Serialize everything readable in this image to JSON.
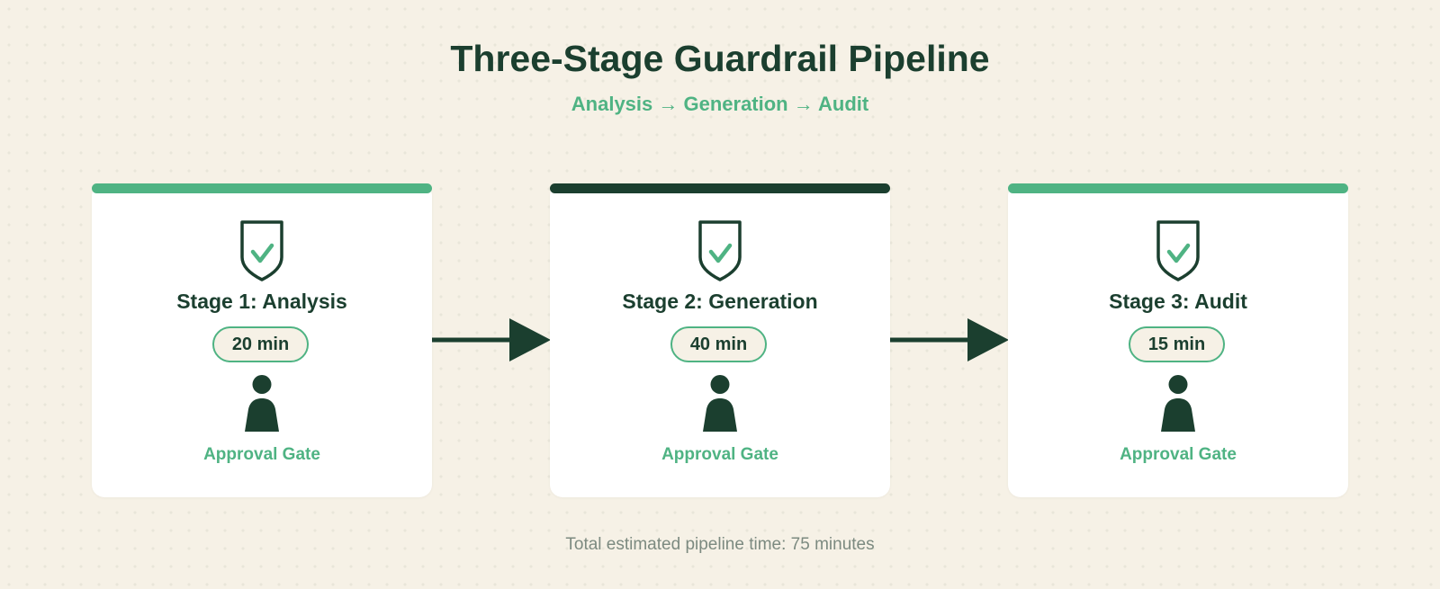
{
  "header": {
    "title": "Three-Stage Guardrail Pipeline",
    "subtitle": "Analysis → Generation → Audit"
  },
  "colors": {
    "dark_green": "#1b3f2f",
    "accent_green": "#4fb383",
    "background": "#f6f1e6",
    "card": "#ffffff"
  },
  "stages": [
    {
      "title": "Stage 1: Analysis",
      "duration": "20 min",
      "gate_label": "Approval Gate",
      "accent": "#4fb383",
      "icon": "shield-check-icon",
      "gate_icon": "person-icon"
    },
    {
      "title": "Stage 2: Generation",
      "duration": "40 min",
      "gate_label": "Approval Gate",
      "accent": "#1b3f2f",
      "icon": "shield-check-icon",
      "gate_icon": "person-icon"
    },
    {
      "title": "Stage 3: Audit",
      "duration": "15 min",
      "gate_label": "Approval Gate",
      "accent": "#4fb383",
      "icon": "shield-check-icon",
      "gate_icon": "person-icon"
    }
  ],
  "connectors": [
    "arrow-right-icon",
    "arrow-right-icon"
  ],
  "footer": {
    "total_text": "Total estimated pipeline time: 75 minutes"
  }
}
